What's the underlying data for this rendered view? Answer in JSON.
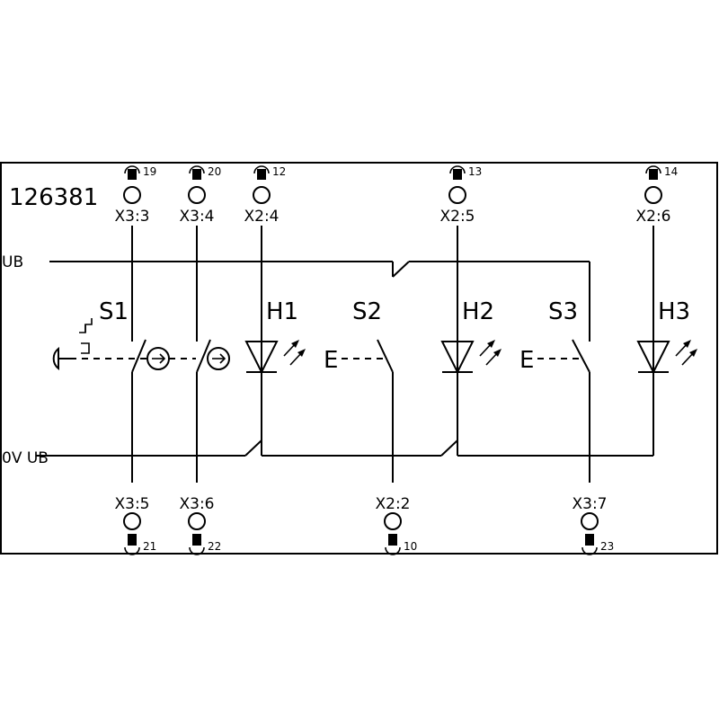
{
  "part_number": "126381",
  "rails": {
    "ub": "UB",
    "zero_ub": "0V UB"
  },
  "components": {
    "s1": "S1",
    "s2": "S2",
    "s3": "S3",
    "h1": "H1",
    "h2": "H2",
    "h3": "H3",
    "e2": "E",
    "e3": "E"
  },
  "top_terminals": [
    {
      "label": "X3:3",
      "pin": "19"
    },
    {
      "label": "X3:4",
      "pin": "20"
    },
    {
      "label": "X2:4",
      "pin": "12"
    },
    {
      "label": "X2:5",
      "pin": "13"
    },
    {
      "label": "X2:6",
      "pin": "14"
    }
  ],
  "bottom_terminals": [
    {
      "label": "X3:5",
      "pin": "21"
    },
    {
      "label": "X3:6",
      "pin": "22"
    },
    {
      "label": "X2:2",
      "pin": "10"
    },
    {
      "label": "X3:7",
      "pin": "23"
    }
  ]
}
